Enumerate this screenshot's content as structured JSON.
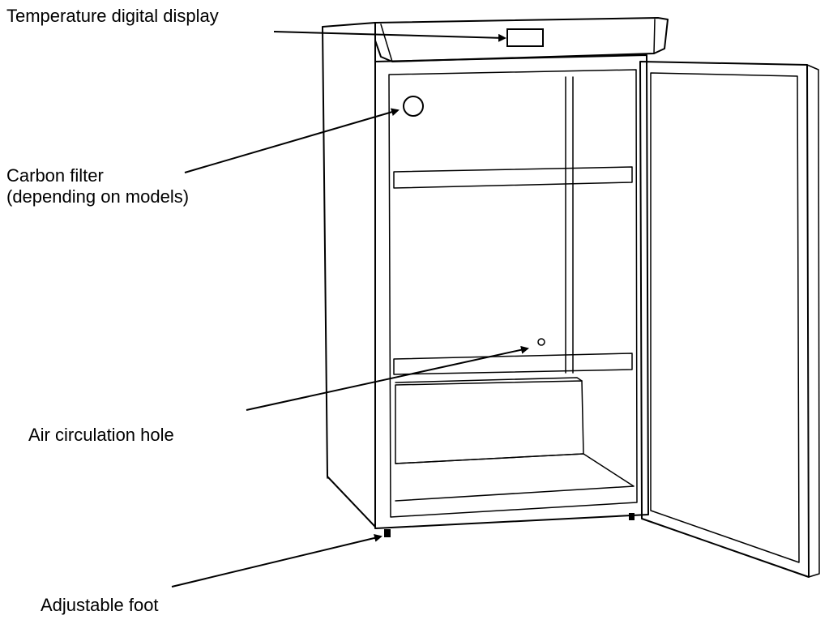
{
  "callouts": {
    "display": "Temperature digital display",
    "filter_line1": "Carbon filter",
    "filter_line2": "(depending on models)",
    "air_hole": "Air circulation hole",
    "foot": "Adjustable foot"
  },
  "colors": {
    "line": "#000000",
    "background": "#ffffff"
  }
}
